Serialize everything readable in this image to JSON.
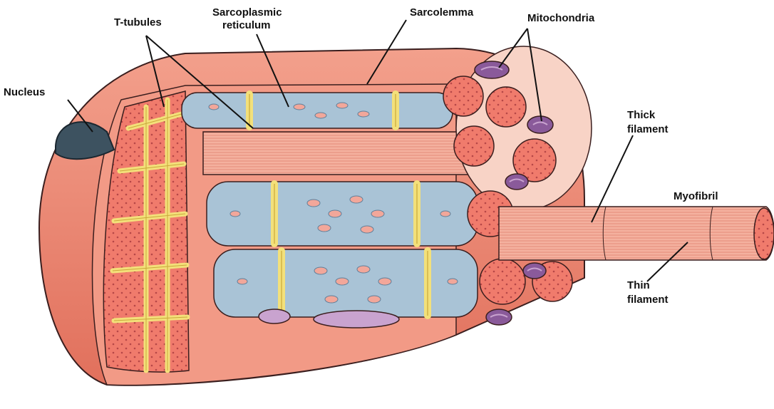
{
  "diagram": {
    "labels": {
      "t_tubules": "T-tubules",
      "sarcoplasmic_1": "Sarcoplasmic",
      "sarcoplasmic_2": "reticulum",
      "sarcolemma": "Sarcolemma",
      "mitochondria": "Mitochondria",
      "nucleus": "Nucleus",
      "thick_1": "Thick",
      "thick_2": "filament",
      "myofibril": "Myofibril",
      "thin_1": "Thin",
      "thin_2": "filament"
    },
    "colors": {
      "sarcolemma": "#e9826e",
      "sarcolemma_dark": "#c9614f",
      "myofibril_fill": "#f07b6c",
      "myofibril_dot": "#b64747",
      "sr_blue": "#a9c3d6",
      "sr_blue_dark": "#5f7f9a",
      "t_tubule": "#f3e07a",
      "t_tubule_edge": "#c9a83a",
      "mito": "#8a5a9a",
      "mito_light": "#c9a3cf",
      "nucleus": "#3d5260",
      "filament": "#f6c2b0",
      "outline": "#3a1e1e"
    }
  }
}
